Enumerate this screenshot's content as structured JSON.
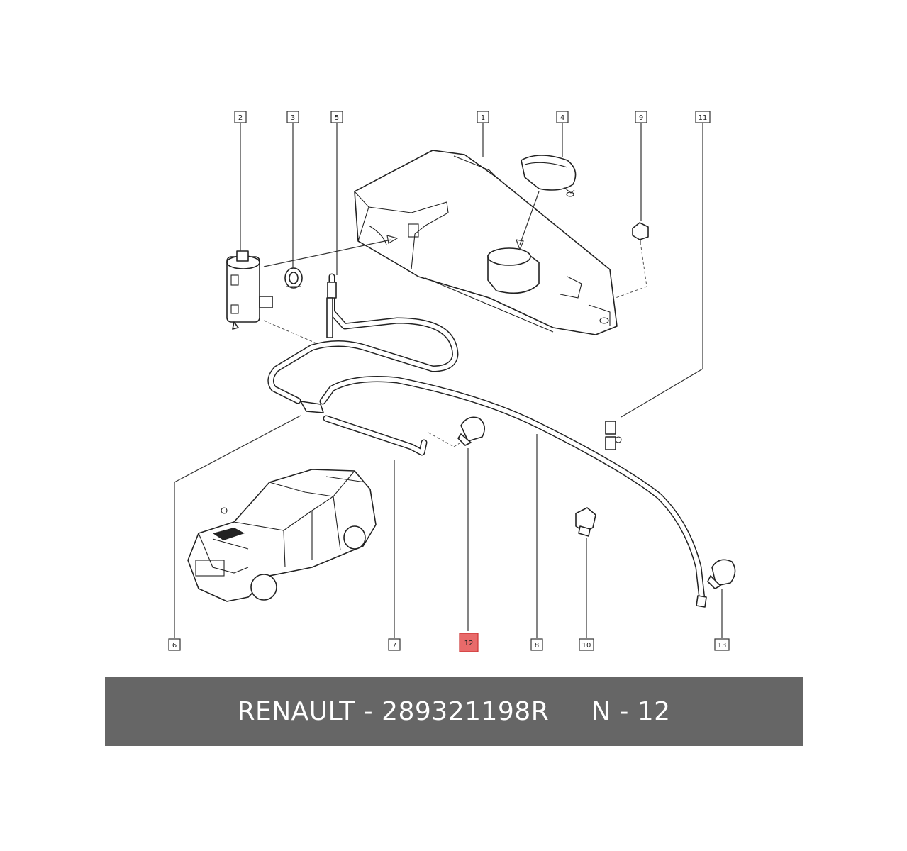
{
  "callouts": [
    "1",
    "2",
    "3",
    "4",
    "5",
    "6",
    "7",
    "8",
    "9",
    "10",
    "11",
    "12",
    "13"
  ],
  "highlighted_callout": "12",
  "colors": {
    "highlight": "#e86a6a",
    "banner": "#666666",
    "line": "#222222"
  },
  "banner": {
    "text": "RENAULT - 289321198R     N - 12"
  }
}
